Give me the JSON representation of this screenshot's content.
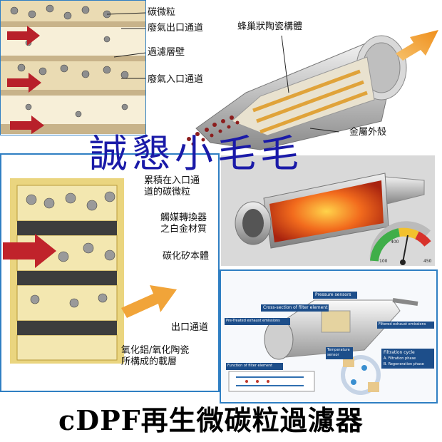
{
  "top_labels": {
    "carbon_particles": "碳微粒",
    "exhaust_outlet": "廢氣出口通道",
    "filter_wall": "過濾層壁",
    "exhaust_inlet": "廢氣入口通道",
    "honeycomb": "蜂巢狀陶瓷構體",
    "metal_shell": "金屬外殼"
  },
  "watermark": "誠懇小毛毛",
  "mid_labels": {
    "accumulated_line1": "累積在入口通",
    "accumulated_line2": "道的碳微粒",
    "catalyst_line1": "觸媒轉換器",
    "catalyst_line2": "之白金材質",
    "silicon_carbide": "碳化矽本體",
    "outlet_channel": "出口通道",
    "carrier_line1": "氧化鋁/氧化陶瓷",
    "carrier_line2": "所構成的載層"
  },
  "gauge": {
    "tick_low": "100",
    "tick_mid": "400",
    "tick_high": "450"
  },
  "inset_labels": {
    "pressure_sensors": "Pressure sensors",
    "cross_section": "Cross-section of filter element",
    "pretreated": "Pre-Treated exhaust emissions",
    "filtered": "Filtered exhaust emissions",
    "temperature": "Temperature",
    "temperature_sub": "sensor",
    "function": "Function of filter element",
    "filtration_cycle": "Filtration cycle",
    "phase_a": "A. Filtration phase",
    "phase_b": "B. Regeneration phase"
  },
  "bottom_title": "cDPF再生微碳粒過濾器"
}
